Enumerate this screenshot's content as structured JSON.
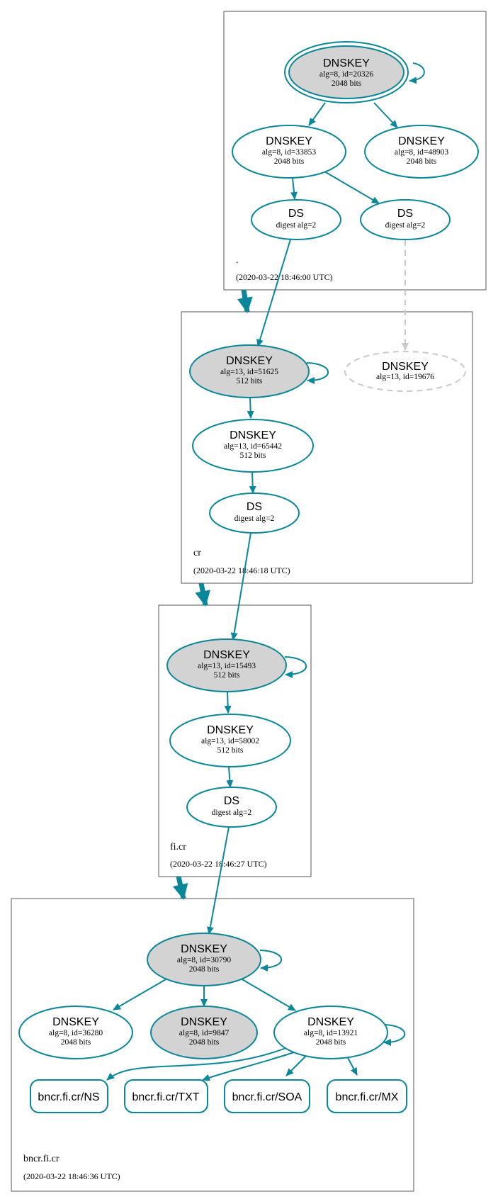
{
  "colors": {
    "edge": "#0a879a",
    "ksk_fill": "#d3d3d3",
    "ghost": "#c8c8c8",
    "zone_border": "#555555"
  },
  "zones": {
    "root": {
      "name": ".",
      "timestamp": "(2020-03-22 18:46:00 UTC)"
    },
    "cr": {
      "name": "cr",
      "timestamp": "(2020-03-22 18:46:18 UTC)"
    },
    "ficr": {
      "name": "fi.cr",
      "timestamp": "(2020-03-22 18:46:27 UTC)"
    },
    "bncr": {
      "name": "bncr.fi.cr",
      "timestamp": "(2020-03-22 18:46:36 UTC)"
    }
  },
  "nodes": {
    "root_ksk": {
      "title": "DNSKEY",
      "detail": "alg=8, id=20326",
      "bits": "2048 bits"
    },
    "root_zsk1": {
      "title": "DNSKEY",
      "detail": "alg=8, id=33853",
      "bits": "2048 bits"
    },
    "root_zsk2": {
      "title": "DNSKEY",
      "detail": "alg=8, id=48903",
      "bits": "2048 bits"
    },
    "root_ds1": {
      "title": "DS",
      "detail": "digest alg=2"
    },
    "root_ds2": {
      "title": "DS",
      "detail": "digest alg=2"
    },
    "cr_ksk": {
      "title": "DNSKEY",
      "detail": "alg=13, id=51625",
      "bits": "512 bits"
    },
    "cr_missing": {
      "title": "DNSKEY",
      "detail": "alg=13, id=19676"
    },
    "cr_zsk": {
      "title": "DNSKEY",
      "detail": "alg=13, id=65442",
      "bits": "512 bits"
    },
    "cr_ds": {
      "title": "DS",
      "detail": "digest alg=2"
    },
    "ficr_ksk": {
      "title": "DNSKEY",
      "detail": "alg=13, id=15493",
      "bits": "512 bits"
    },
    "ficr_zsk": {
      "title": "DNSKEY",
      "detail": "alg=13, id=58002",
      "bits": "512 bits"
    },
    "ficr_ds": {
      "title": "DS",
      "detail": "digest alg=2"
    },
    "bncr_ksk": {
      "title": "DNSKEY",
      "detail": "alg=8, id=30790",
      "bits": "2048 bits"
    },
    "bncr_k1": {
      "title": "DNSKEY",
      "detail": "alg=8, id=36280",
      "bits": "2048 bits"
    },
    "bncr_k2": {
      "title": "DNSKEY",
      "detail": "alg=8, id=9847",
      "bits": "2048 bits"
    },
    "bncr_k3": {
      "title": "DNSKEY",
      "detail": "alg=8, id=13921",
      "bits": "2048 bits"
    }
  },
  "rrsets": {
    "ns": "bncr.fi.cr/NS",
    "txt": "bncr.fi.cr/TXT",
    "soa": "bncr.fi.cr/SOA",
    "mx": "bncr.fi.cr/MX"
  }
}
